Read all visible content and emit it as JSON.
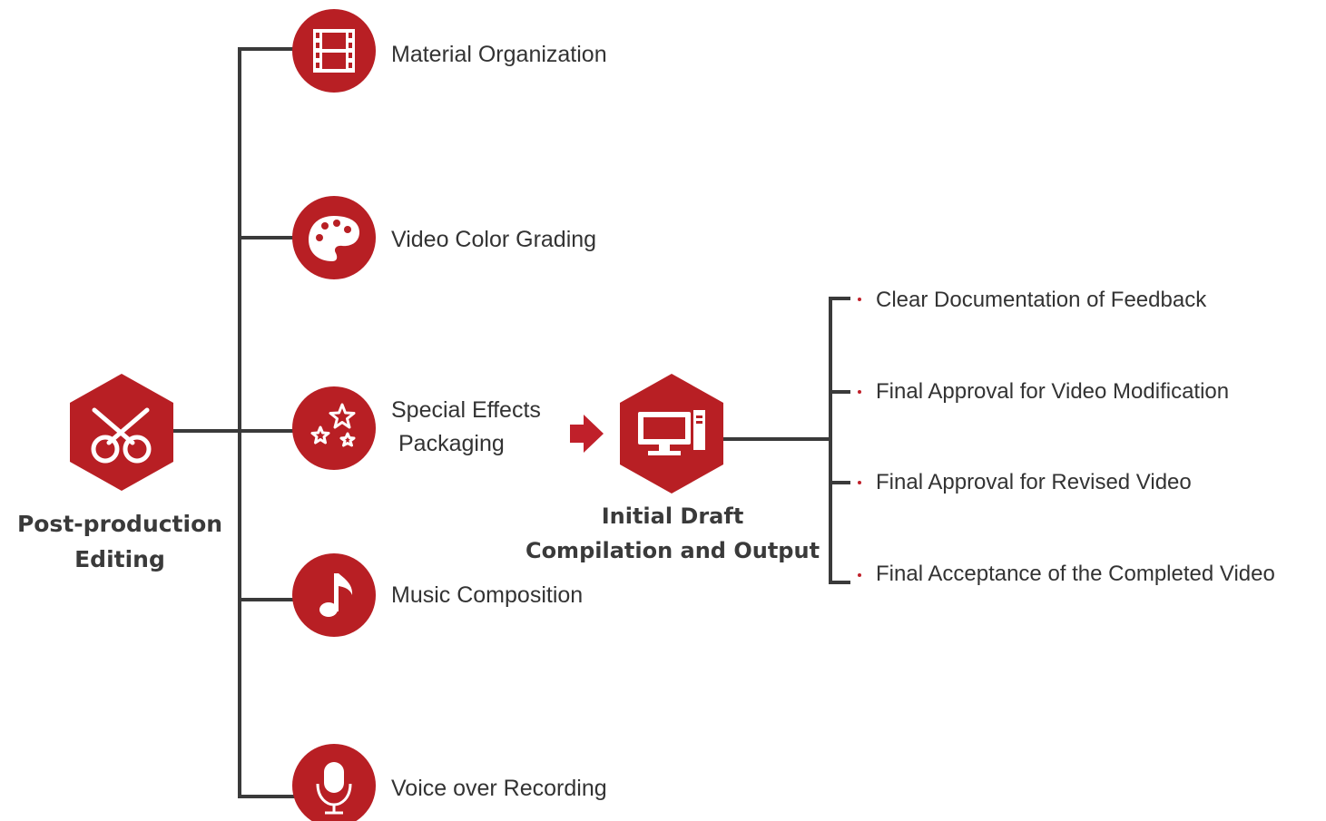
{
  "colors": {
    "accent": "#b81f24",
    "connector": "#3a3a3a",
    "text": "#333333"
  },
  "root": {
    "label_line1": "Post-production",
    "label_line2": "Editing",
    "icon": "scissors-icon"
  },
  "stages": [
    {
      "label": "Material Organization",
      "icon": "film-strip-icon"
    },
    {
      "label": "Video Color Grading",
      "icon": "palette-icon"
    },
    {
      "label_line1": "Special Effects",
      "label_line2": "Packaging",
      "icon": "stars-icon"
    },
    {
      "label": "Music Composition",
      "icon": "music-note-icon"
    },
    {
      "label": "Voice over Recording",
      "icon": "microphone-icon"
    }
  ],
  "flow_arrow_icon": "arrow-right-icon",
  "output_node": {
    "label_line1": "Initial Draft",
    "label_line2": "Compilation and Output",
    "icon": "computer-icon"
  },
  "outcomes": [
    "Clear Documentation of Feedback",
    "Final Approval for Video Modification",
    "Final Approval for Revised Video",
    "Final Acceptance of the Completed Video"
  ]
}
